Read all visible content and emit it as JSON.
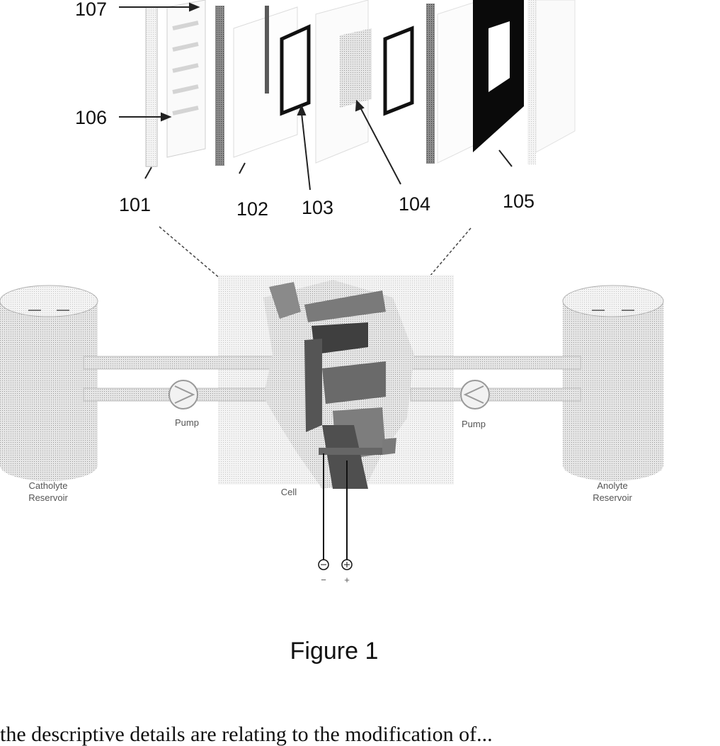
{
  "callouts": {
    "c101": "101",
    "c102": "102",
    "c103": "103",
    "c104": "104",
    "c105": "105",
    "c106": "106",
    "c107": "107"
  },
  "system": {
    "left_tank_line1": "Catholyte",
    "left_tank_line2": "Reservoir",
    "right_tank_line1": "Anolyte",
    "right_tank_line2": "Reservoir",
    "left_pump": "Pump",
    "right_pump": "Pump",
    "cell": "Cell",
    "negative": "−",
    "positive": "+"
  },
  "caption": "Figure 1",
  "footer_text": "the descriptive details are relating to the modification of..."
}
